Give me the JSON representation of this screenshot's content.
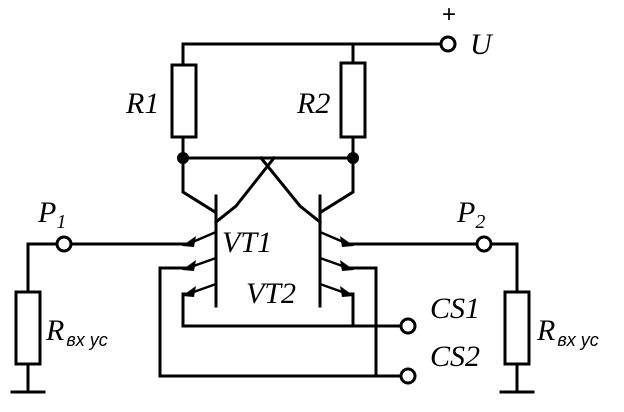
{
  "labels": {
    "supply_plus": "+",
    "supply": "U",
    "r1": "R1",
    "r2": "R2",
    "vt1": "VT1",
    "vt2": "VT2",
    "p1_letter": "P",
    "p1_index": "1",
    "p2_letter": "P",
    "p2_index": "2",
    "cs1": "CS1",
    "cs2": "CS2",
    "rin_letter": "R",
    "rin_sub": "вх ус"
  }
}
